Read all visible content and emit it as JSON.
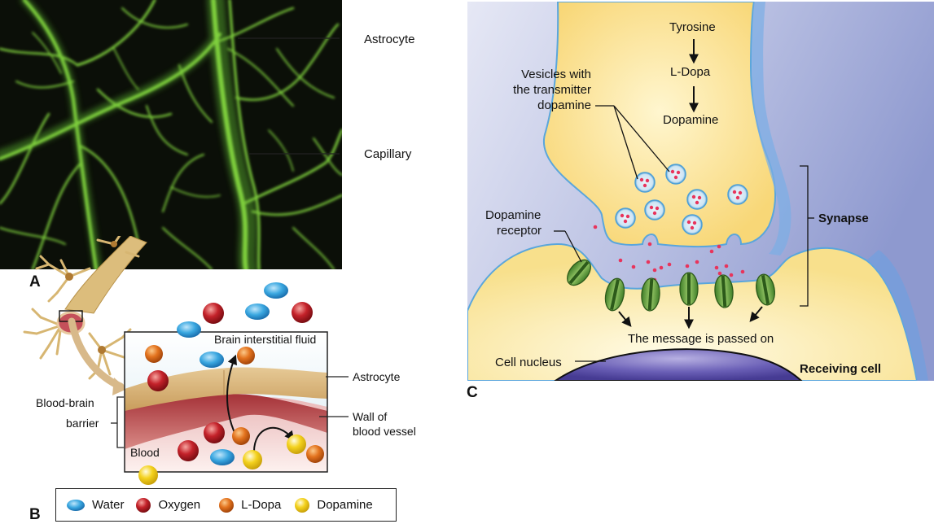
{
  "panels": {
    "a": {
      "letter": "A",
      "labels": {
        "astrocyte": "Astrocyte",
        "capillary": "Capillary"
      }
    },
    "b": {
      "letter": "B",
      "labels": {
        "interstitial": "Brain interstitial fluid",
        "astrocyte": "Astrocyte",
        "wall_line1": "Wall of",
        "wall_line2": "blood vessel",
        "bbb_line1": "Blood-brain",
        "bbb_line2": "barrier",
        "blood": "Blood"
      },
      "legend": [
        {
          "name": "water",
          "label": "Water",
          "color": "#3aa7e0"
        },
        {
          "name": "oxygen",
          "label": "Oxygen",
          "color": "#c4222a"
        },
        {
          "name": "l-dopa",
          "label": "L-Dopa",
          "color": "#e3731e"
        },
        {
          "name": "dopamine",
          "label": "Dopamine",
          "color": "#f4d21e"
        }
      ]
    },
    "c": {
      "letter": "C",
      "pathway": [
        "Tyrosine",
        "L-Dopa",
        "Dopamine"
      ],
      "labels": {
        "vesicles_line1": "Vesicles with",
        "vesicles_line2": "the transmitter",
        "vesicles_line3": "dopamine",
        "receptor_line1": "Dopamine",
        "receptor_line2": "receptor",
        "synapse": "Synapse",
        "message": "The message is passed on",
        "nucleus": "Cell nucleus",
        "receiving": "Receiving cell"
      }
    }
  },
  "colors": {
    "membrane_blue": "#5aa6dc",
    "cytoplasm_yellow": "#fbe9a0",
    "background_lavender": "#b6bde2",
    "nucleus_purple": "#5a4ea6",
    "receptor_green": "#5f9a3a",
    "astrocyte_tan": "#dfc28c",
    "vessel_red": "#b8444a"
  }
}
